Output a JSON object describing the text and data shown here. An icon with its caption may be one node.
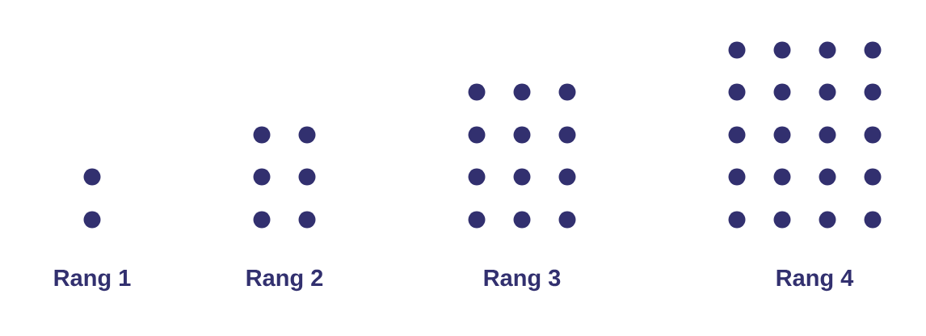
{
  "diagram": {
    "labels": [
      "Rang 1",
      "Rang 2",
      "Rang 3",
      "Rang 4"
    ]
  }
}
